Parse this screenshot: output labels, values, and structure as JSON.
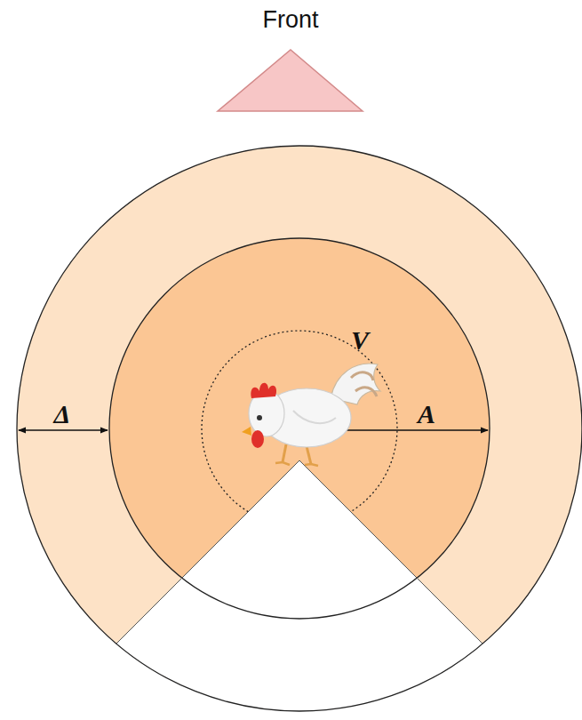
{
  "diagram": {
    "labels": [
      "Front",
      "Δ",
      "V",
      "A"
    ]
  }
}
